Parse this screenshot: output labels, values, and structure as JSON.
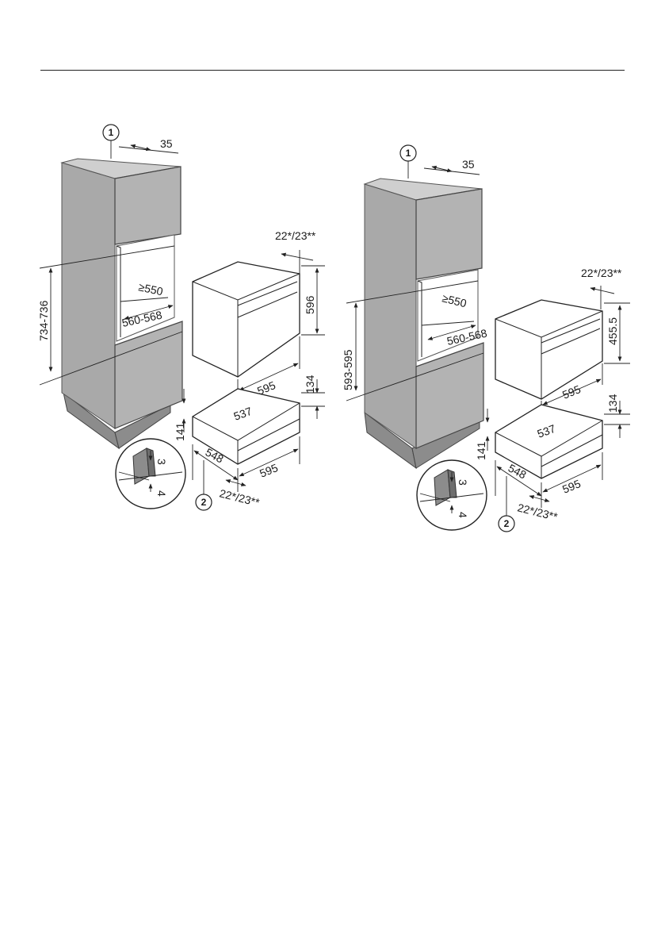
{
  "diagrams": [
    {
      "callout_1": "1",
      "callout_2": "2",
      "dims": {
        "top_gap": "35",
        "niche_height": "734-736",
        "niche_depth": "≥550",
        "niche_width": "560-568",
        "appliance_projection": "22*/23**",
        "appliance_height": "596",
        "appliance_width": "595",
        "drawer_depth": "537",
        "drawer_height": "134",
        "drawer_niche": "141",
        "drawer_side": "548",
        "drawer_width": "595",
        "drawer_projection": "22*/23**",
        "detail_a": "3",
        "detail_b": "4"
      }
    },
    {
      "callout_1": "1",
      "callout_2": "2",
      "dims": {
        "top_gap": "35",
        "niche_height": "593-595",
        "niche_depth": "≥550",
        "niche_width": "560-568",
        "appliance_projection": "22*/23**",
        "appliance_height": "455.5",
        "appliance_width": "595",
        "drawer_depth": "537",
        "drawer_height": "134",
        "drawer_niche": "141",
        "drawer_side": "548",
        "drawer_width": "595",
        "drawer_projection": "22*/23**",
        "detail_a": "3",
        "detail_b": "4"
      }
    }
  ]
}
